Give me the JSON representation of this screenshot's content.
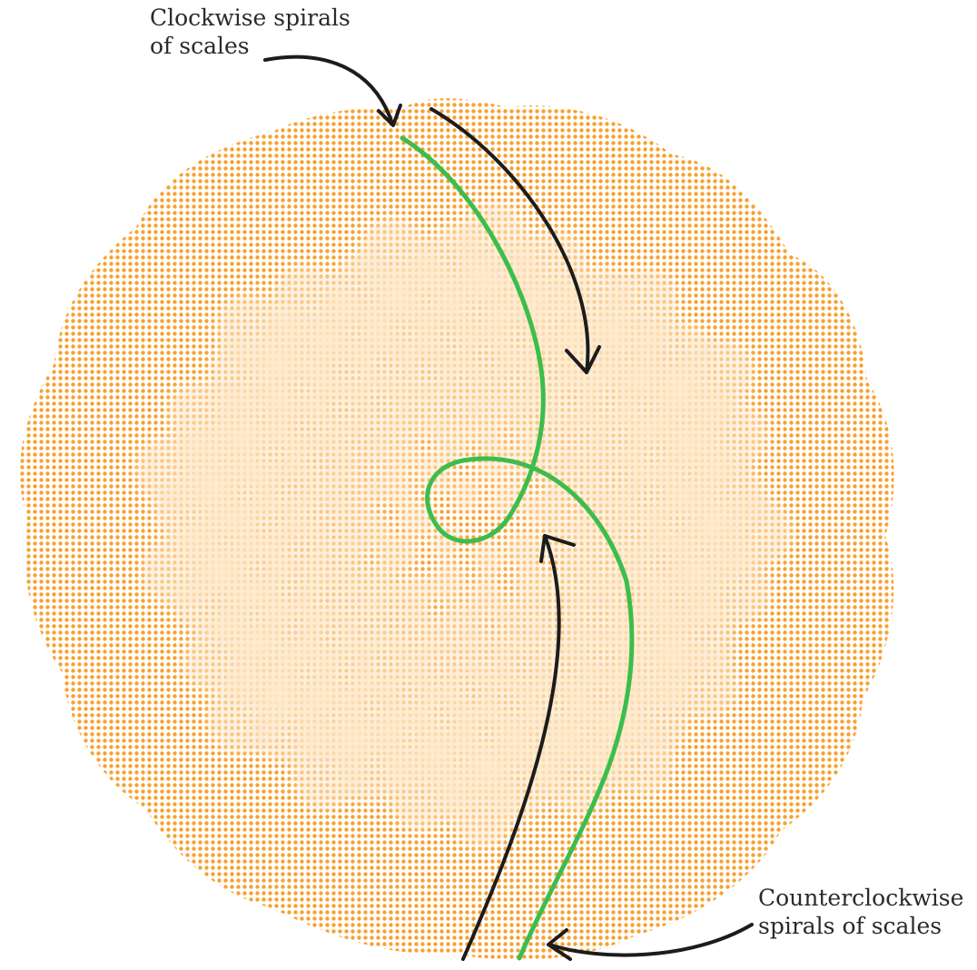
{
  "labels": {
    "clockwise": {
      "line1": "Clockwise spirals",
      "line2": "of scales"
    },
    "counterclockwise": {
      "line1": "Counterclockwise",
      "line2": "spirals of scales"
    }
  },
  "colors": {
    "fill": "#f7a12f",
    "scale_highlight": "#fde8c8",
    "spiral_path": "#3dbd4b",
    "arrow": "#1c1c1c",
    "text": "#2a2a2a"
  }
}
